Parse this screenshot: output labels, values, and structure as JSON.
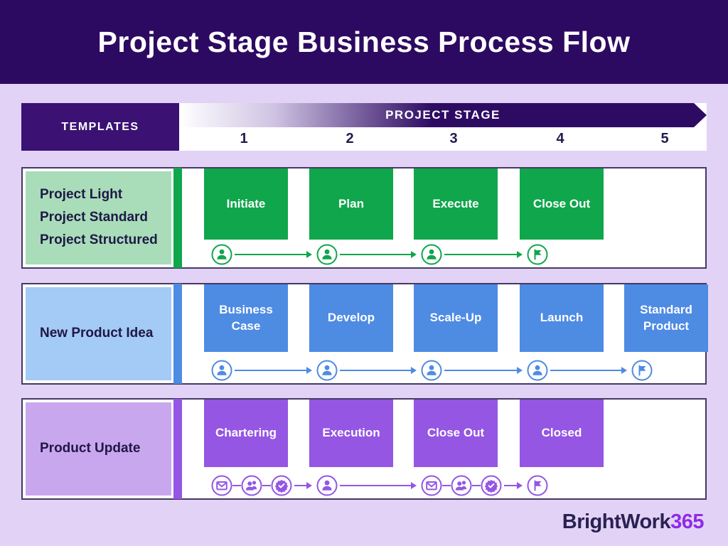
{
  "title": "Project Stage Business Process Flow",
  "header": {
    "templates_label": "TEMPLATES",
    "stage_label": "PROJECT STAGE",
    "stage_numbers": [
      "1",
      "2",
      "3",
      "4",
      "5"
    ]
  },
  "colors": {
    "page_background": "#E2D3F6",
    "title_band": "#2D0A61",
    "templates_block": "#3B1173",
    "row_border": "#453A63",
    "dark_text": "#1F1845",
    "green_accent": "#10A64C",
    "green_label_bg": "#A9DDBA",
    "blue_accent": "#4E8BE3",
    "blue_label_bg": "#A4CAF6",
    "purple_accent": "#9456E3",
    "purple_label_bg": "#C9A7EF",
    "logo_brand_color": "#2A2153",
    "logo_suffix_color": "#8F2BE8"
  },
  "rows": [
    {
      "labels": [
        "Project Light",
        "Project Standard",
        "Project Structured"
      ],
      "accent": "#10A64C",
      "label_bg": "#A9DDBA",
      "stages": [
        {
          "label": "Initiate",
          "col": 0
        },
        {
          "label": "Plan",
          "col": 1
        },
        {
          "label": "Execute",
          "col": 2
        },
        {
          "label": "Close Out",
          "col": 3
        }
      ],
      "icon_groups": [
        {
          "col": 0,
          "icons": [
            "person"
          ]
        },
        {
          "col": 1,
          "icons": [
            "person"
          ]
        },
        {
          "col": 2,
          "icons": [
            "person"
          ]
        },
        {
          "col": 3,
          "icons": [
            "flag"
          ]
        }
      ]
    },
    {
      "labels": [
        "New Product Idea"
      ],
      "accent": "#4E8BE3",
      "label_bg": "#A4CAF6",
      "stages": [
        {
          "label": "Business Case",
          "col": 0
        },
        {
          "label": "Develop",
          "col": 1
        },
        {
          "label": "Scale-Up",
          "col": 2
        },
        {
          "label": "Launch",
          "col": 3
        },
        {
          "label": "Standard Product",
          "col": 4
        }
      ],
      "icon_groups": [
        {
          "col": 0,
          "icons": [
            "person"
          ]
        },
        {
          "col": 1,
          "icons": [
            "person"
          ]
        },
        {
          "col": 2,
          "icons": [
            "person"
          ]
        },
        {
          "col": 3,
          "icons": [
            "person"
          ]
        },
        {
          "col": 4,
          "icons": [
            "flag"
          ]
        }
      ]
    },
    {
      "labels": [
        "Product Update"
      ],
      "accent": "#9456E3",
      "label_bg": "#C9A7EF",
      "stages": [
        {
          "label": "Chartering",
          "col": 0
        },
        {
          "label": "Execution",
          "col": 1
        },
        {
          "label": "Close Out",
          "col": 2
        },
        {
          "label": "Closed",
          "col": 3
        }
      ],
      "icon_groups": [
        {
          "col": 0,
          "icons": [
            "mail",
            "people",
            "badge-check"
          ]
        },
        {
          "col": 1,
          "icons": [
            "person"
          ]
        },
        {
          "col": 2,
          "icons": [
            "mail",
            "people",
            "badge-check"
          ]
        },
        {
          "col": 3,
          "icons": [
            "flag"
          ]
        }
      ]
    }
  ],
  "logo": {
    "brand": "BrightWork",
    "suffix": "365"
  }
}
